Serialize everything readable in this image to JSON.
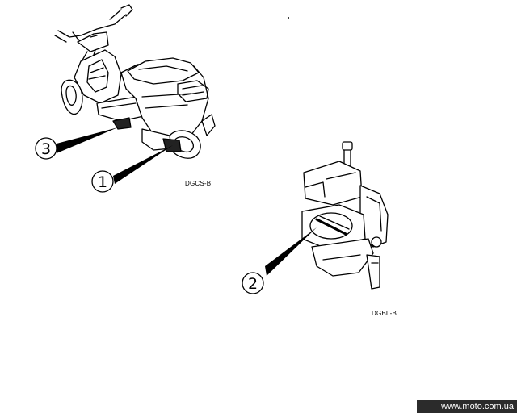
{
  "figure": {
    "scooter_code": "DGCS-B",
    "carburetor_code": "DGBL-B"
  },
  "callouts": [
    {
      "number": "1",
      "part": "scooter underside pointer"
    },
    {
      "number": "2",
      "part": "carburetor pointer"
    },
    {
      "number": "3",
      "part": "scooter floor pointer"
    }
  ],
  "watermark": "www.moto.com.ua",
  "colors": {
    "ink": "#000000",
    "paper": "#ffffff",
    "watermark_bg": "#2b2b2b"
  }
}
